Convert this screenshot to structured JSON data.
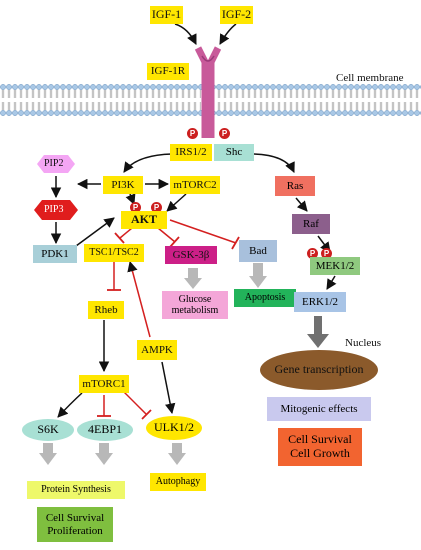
{
  "ligands": {
    "igf1": "IGF-1",
    "igf2": "IGF-2"
  },
  "receptor": {
    "label": "IGF-1R"
  },
  "membrane": {
    "label": "Cell membrane"
  },
  "phospho_label": "P",
  "adaptors": {
    "irs": "IRS1/2",
    "shc": "Shc"
  },
  "pi3k_branch": {
    "pip2": "PIP2",
    "pip3": "PIP3",
    "pdk1": "PDK1",
    "pi3k": "PI3K",
    "mtorc2": "mTORC2",
    "akt": "AKT",
    "tsc": "TSC1/TSC2",
    "gsk": "GSK-3β",
    "bad": "Bad",
    "glucose": "Glucose\nmetabolism",
    "apoptosis": "Apoptosis",
    "rheb": "Rheb",
    "ampk": "AMPK",
    "mtorc1": "mTORC1",
    "s6k": "S6K",
    "ebp1": "4EBP1",
    "ulk": "ULK1/2",
    "protein_synthesis": "Protein Synthesis",
    "autophagy": "Autophagy",
    "cell_survival_prolif": "Cell Survival\nProliferation"
  },
  "mapk_branch": {
    "ras": "Ras",
    "raf": "Raf",
    "mek": "MEK1/2",
    "erk": "ERK1/2",
    "nucleus": "Nucleus",
    "gene_transcription": "Gene transcription",
    "mitogenic": "Mitogenic effects",
    "cell_survival_growth": "Cell Survival\nCell Growth"
  },
  "colors": {
    "yellow": "#ffe600",
    "ras": "#f07060",
    "raf": "#8c5f8c",
    "mek": "#8fc97f",
    "erk": "#a8c4e6",
    "nucleus": "#8b5a2b",
    "mitogenic": "#c9c9ee",
    "cell_growth": "#f26430",
    "pip": "#e01d1d",
    "pip2": "#f4a6f4",
    "pdk1": "#a8cfd8",
    "gsk": "#cc1f87",
    "glucose": "#f4a6d8",
    "bad": "#a8c0dc",
    "apoptosis": "#22b35a",
    "s6k": "#a8e0d4",
    "protein_synthesis": "#eef86a",
    "cell_survival": "#7fbf3f",
    "receptor": "#c85a9a",
    "phospho": "#cc1f1f",
    "inhibition": "#d42020"
  }
}
